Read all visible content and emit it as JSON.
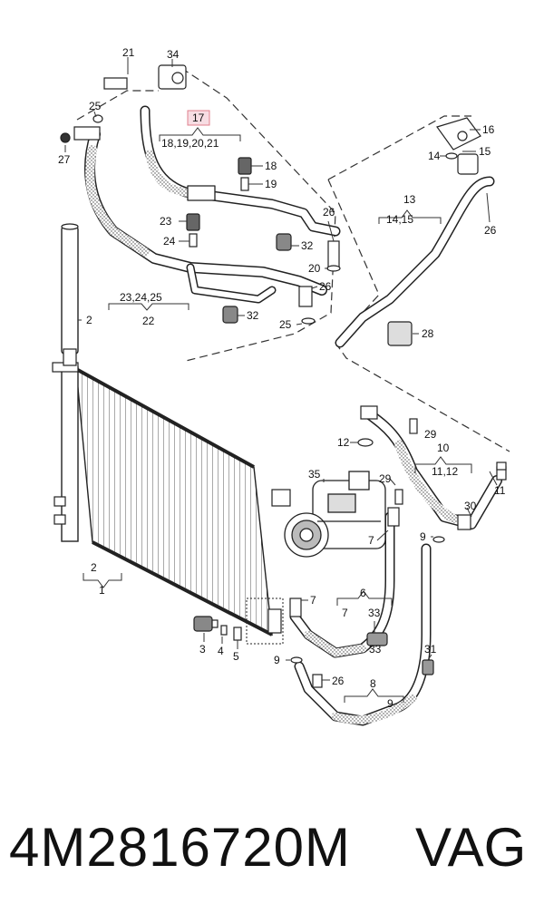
{
  "callouts": {
    "c1": "1",
    "c2a": "2",
    "c2b": "2",
    "c3": "3",
    "c4": "4",
    "c5": "5",
    "c6": "6",
    "c7a": "7",
    "c7b": "7",
    "c7c": "7",
    "c8": "8",
    "c9a": "9",
    "c9b": "9",
    "c9c": "9",
    "c10": "10",
    "c11": "11",
    "c11_12": "11,12",
    "c12": "12",
    "c13": "13",
    "c14a": "14",
    "c14_15": "14,15",
    "c15": "15",
    "c16": "16",
    "c17": "17",
    "c18": "18",
    "c18_21": "18,19,20,21",
    "c19": "19",
    "c20": "20",
    "c21": "21",
    "c22": "22",
    "c23": "23",
    "c23_25": "23,24,25",
    "c24": "24",
    "c25a": "25",
    "c25b": "25",
    "c26a": "26",
    "c26b": "26",
    "c26c": "26",
    "c26d": "26",
    "c27": "27",
    "c28": "28",
    "c29a": "29",
    "c29b": "29",
    "c30": "30",
    "c31": "31",
    "c32a": "32",
    "c32b": "32",
    "c33a": "33",
    "c33b": "33",
    "c34": "34",
    "c35": "35"
  },
  "part_number": "4M2816720M",
  "brand": "VAG",
  "highlight_color": "#f7dde3"
}
